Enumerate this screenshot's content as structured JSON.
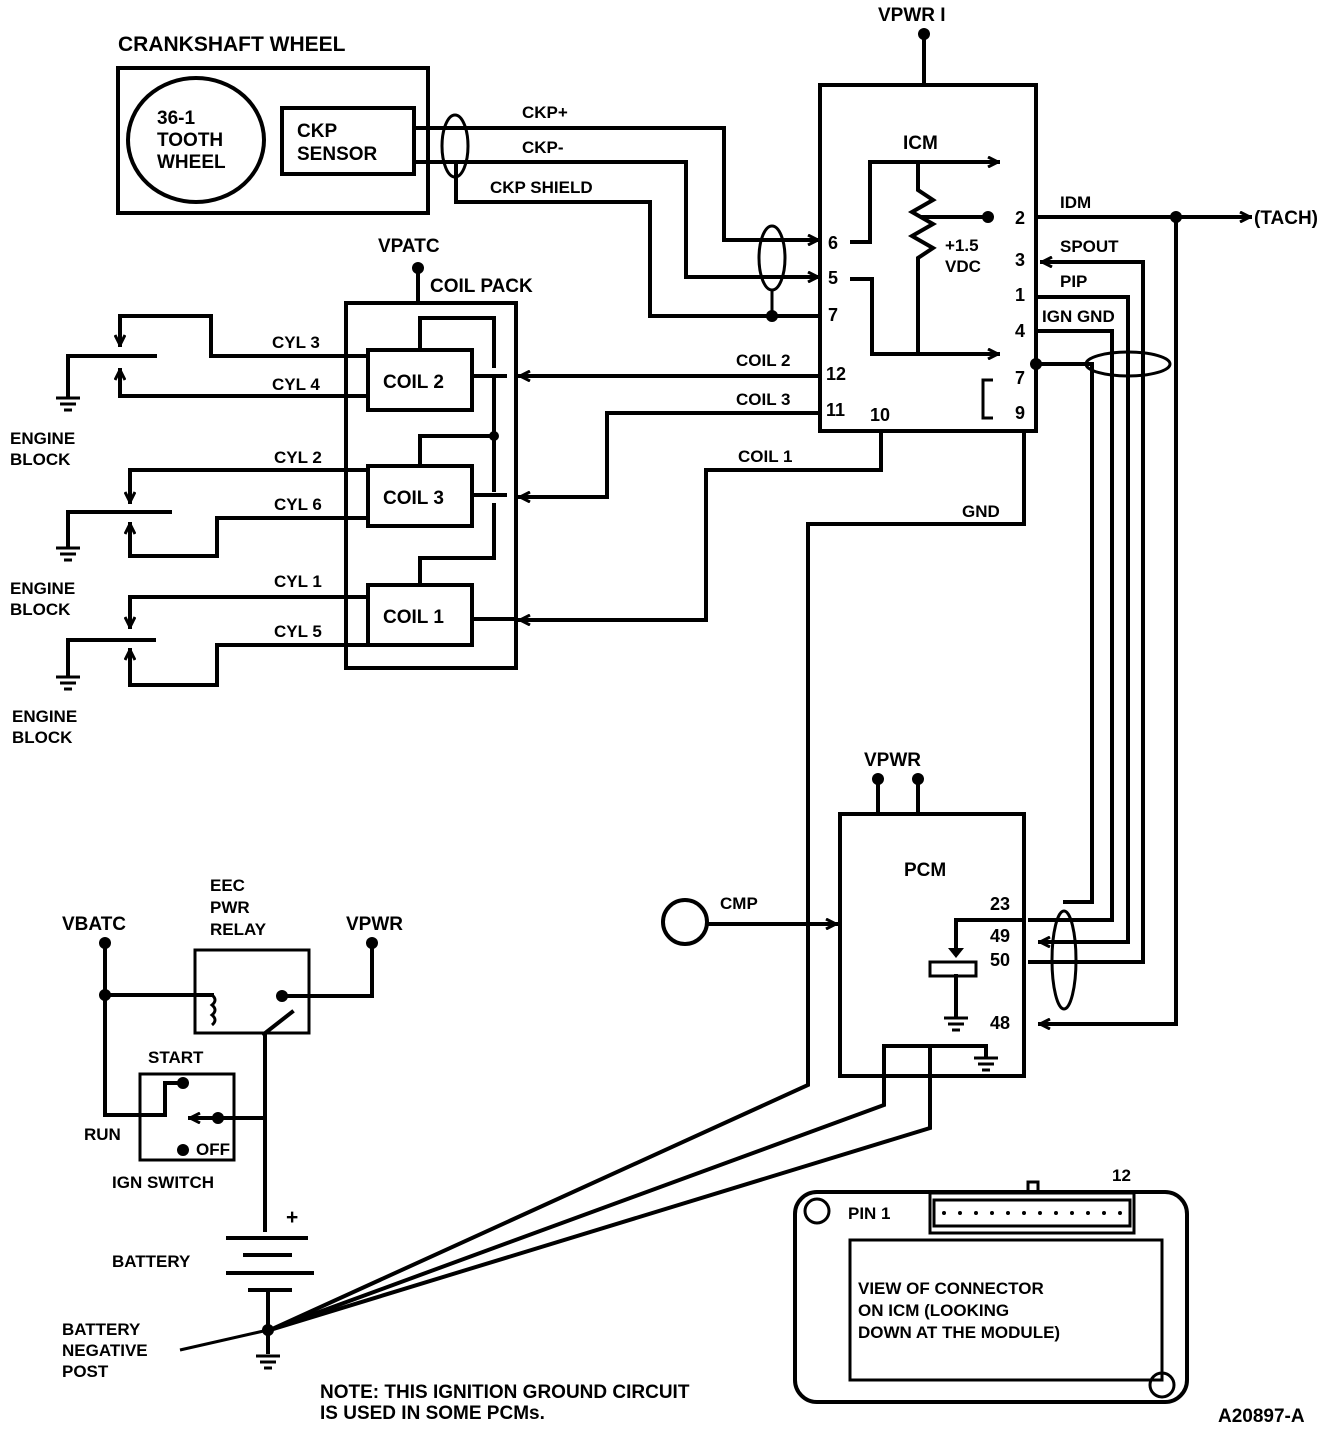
{
  "figure_id": "A20897-A",
  "crankshaft": {
    "title": "CRANKSHAFT WHEEL",
    "wheel": [
      "36-1",
      "TOOTH",
      "WHEEL"
    ],
    "sensor": [
      "CKP",
      "SENSOR"
    ]
  },
  "ckp_wires": {
    "plus": "CKP+",
    "minus": "CKP-",
    "shield": "CKP SHIELD"
  },
  "icm": {
    "power_label": "VPWR I",
    "title": "ICM",
    "voltage": [
      "+1.5",
      "VDC"
    ],
    "left_pins": [
      "6",
      "5",
      "7",
      "12",
      "11"
    ],
    "bottom_pin": "10",
    "right_pins": [
      "2",
      "3",
      "1",
      "4",
      "7",
      "9"
    ],
    "signals": {
      "idm": "IDM",
      "tach": "(TACH)",
      "spout": "SPOUT",
      "pip": "PIP",
      "ign_gnd": "IGN GND"
    },
    "gnd_label": "GND"
  },
  "coil_pack": {
    "power_label": "VPATC",
    "title": "COIL PACK",
    "coils": [
      "COIL 2",
      "COIL 3",
      "COIL 1"
    ],
    "coil_wires": [
      "COIL 2",
      "COIL 3",
      "COIL 1"
    ],
    "cylinders": [
      "CYL 3",
      "CYL 4",
      "CYL 2",
      "CYL 6",
      "CYL 1",
      "CYL 5"
    ],
    "ground_label": [
      "ENGINE",
      "BLOCK"
    ]
  },
  "pcm": {
    "title": "PCM",
    "power_label": "VPWR",
    "sensor": "CMP",
    "pins": [
      "23",
      "49",
      "50",
      "48"
    ]
  },
  "power_circuit": {
    "vbatc": "VBATC",
    "vpwr": "VPWR",
    "relay": [
      "EEC",
      "PWR",
      "RELAY"
    ],
    "switch_positions": {
      "start": "START",
      "run": "RUN",
      "off": "OFF"
    },
    "switch_label": "IGN SWITCH",
    "battery": "BATTERY",
    "battery_plus": "+",
    "battery_negative": [
      "BATTERY",
      "NEGATIVE",
      "POST"
    ]
  },
  "note": [
    "NOTE: THIS IGNITION GROUND CIRCUIT",
    "IS USED IN SOME PCMs."
  ],
  "connector_view": {
    "pin1": "PIN 1",
    "pin12": "12",
    "caption": [
      "VIEW OF CONNECTOR",
      "ON ICM (LOOKING",
      "DOWN AT THE MODULE)"
    ]
  }
}
